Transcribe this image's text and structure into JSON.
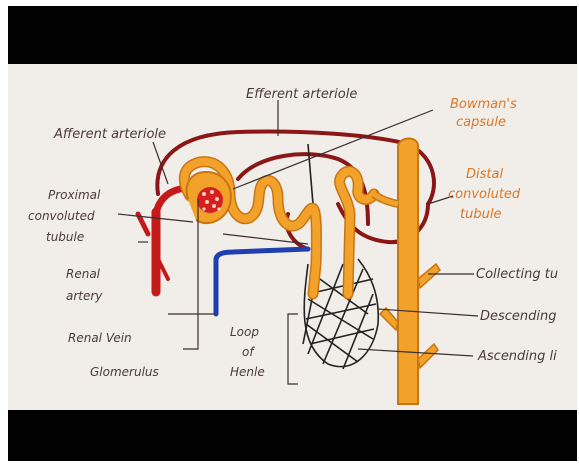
{
  "labels": {
    "efferent": "Efferent arteriole",
    "afferent": "Afferent arteriole",
    "bowmans_1": "Bowman's",
    "bowmans_2": "capsule",
    "proximal_1": "Proximal",
    "proximal_2": "convoluted",
    "proximal_3": "tubule",
    "distal_1": "Distal",
    "distal_2": "convoluted",
    "distal_3": "tubule",
    "renal_artery_1": "Renal",
    "renal_artery_2": "artery",
    "collecting": "Collecting tu",
    "renal_vein": "Renal Vein",
    "loop_1": "Loop",
    "loop_2": "of",
    "loop_3": "Henle",
    "descending": "Descending",
    "glomerulus": "Glomerulus",
    "ascending": "Ascending li"
  },
  "colors": {
    "artery": "#c41a1a",
    "vein": "#1f3fb0",
    "tubule": "#f2a22a",
    "tubule_edge": "#c97512",
    "ink": "#4b3a3a",
    "paper": "#f1eee9"
  }
}
